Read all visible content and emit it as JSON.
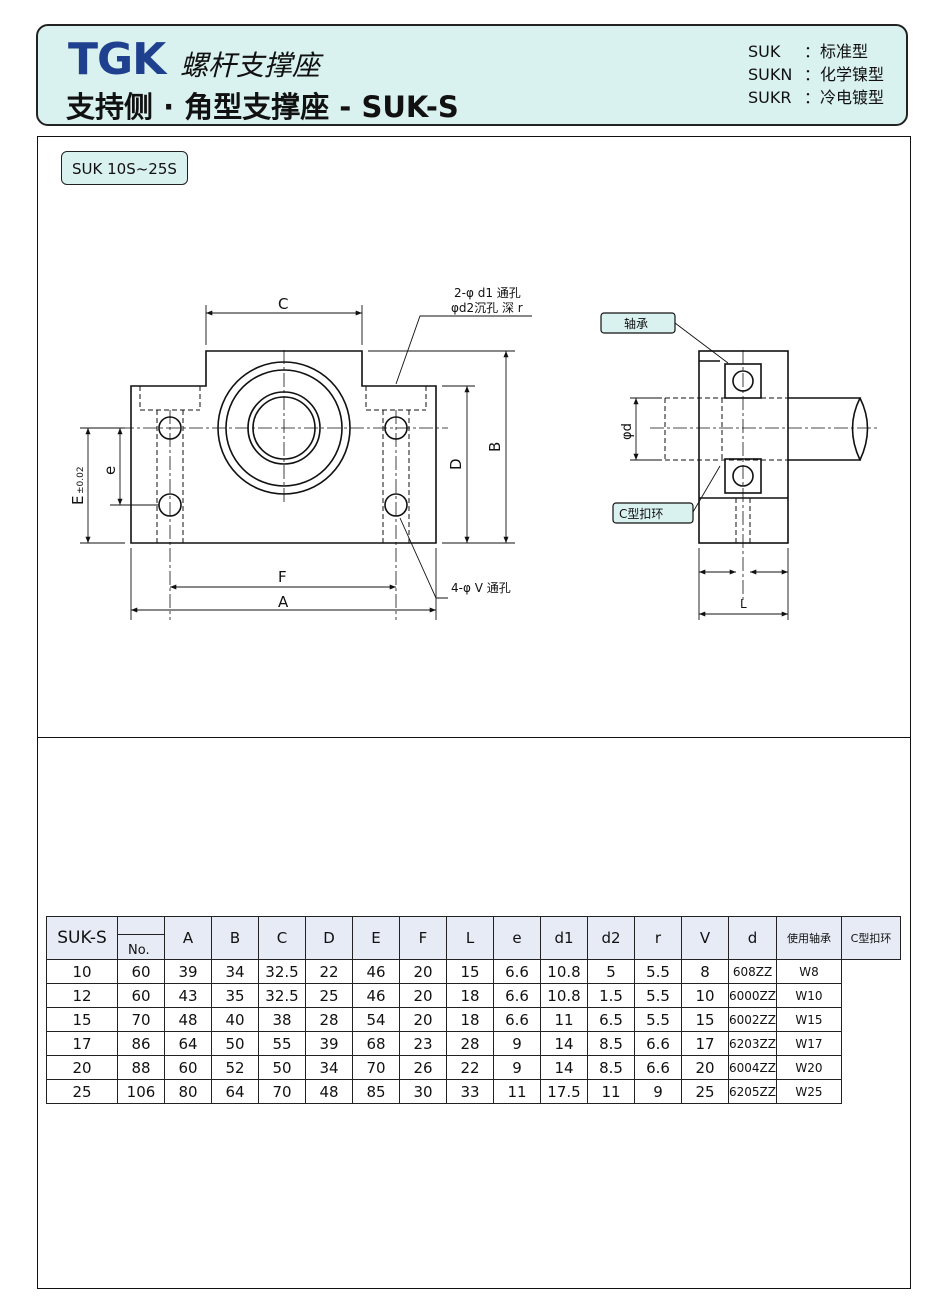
{
  "header": {
    "brand": "TGK",
    "title1": "螺杆支撑座",
    "title2": "支持侧 · 角型支撑座 - SUK-S",
    "variants": [
      {
        "code": "SUK",
        "desc": "：标准型"
      },
      {
        "code": "SUKN",
        "desc": "：化学镍型"
      },
      {
        "code": "SUKR",
        "desc": "：冷电镀型"
      }
    ]
  },
  "subtag": "SUK 10S~25S",
  "drawing": {
    "dim_A": "A",
    "dim_B": "B",
    "dim_C": "C",
    "dim_D": "D",
    "dim_E": "E",
    "dim_E_tol": "±0.02",
    "dim_F": "F",
    "dim_e": "e",
    "dim_L": "L",
    "dim_d": "φd",
    "callout_top1": "2-φ d1 通孔",
    "callout_top2": "φd2沉孔 深 r",
    "callout_bottom": "4-φ V 通孔",
    "label_bearing": "轴承",
    "label_ring": "C型扣环"
  },
  "table": {
    "series": "SUK-S",
    "no_label": "No.",
    "columns": [
      "A",
      "B",
      "C",
      "D",
      "E",
      "F",
      "L",
      "e",
      "d1",
      "d2",
      "r",
      "V",
      "d",
      "使用轴承",
      "C型扣环"
    ],
    "rows": [
      [
        "10",
        "60",
        "39",
        "34",
        "32.5",
        "22",
        "46",
        "20",
        "15",
        "6.6",
        "10.8",
        "5",
        "5.5",
        "8",
        "608ZZ",
        "W8"
      ],
      [
        "12",
        "60",
        "43",
        "35",
        "32.5",
        "25",
        "46",
        "20",
        "18",
        "6.6",
        "10.8",
        "1.5",
        "5.5",
        "10",
        "6000ZZ",
        "W10"
      ],
      [
        "15",
        "70",
        "48",
        "40",
        "38",
        "28",
        "54",
        "20",
        "18",
        "6.6",
        "11",
        "6.5",
        "5.5",
        "15",
        "6002ZZ",
        "W15"
      ],
      [
        "17",
        "86",
        "64",
        "50",
        "55",
        "39",
        "68",
        "23",
        "28",
        "9",
        "14",
        "8.5",
        "6.6",
        "17",
        "6203ZZ",
        "W17"
      ],
      [
        "20",
        "88",
        "60",
        "52",
        "50",
        "34",
        "70",
        "26",
        "22",
        "9",
        "14",
        "8.5",
        "6.6",
        "20",
        "6004ZZ",
        "W20"
      ],
      [
        "25",
        "106",
        "80",
        "64",
        "70",
        "48",
        "85",
        "30",
        "33",
        "11",
        "17.5",
        "11",
        "9",
        "25",
        "6205ZZ",
        "W25"
      ]
    ]
  }
}
